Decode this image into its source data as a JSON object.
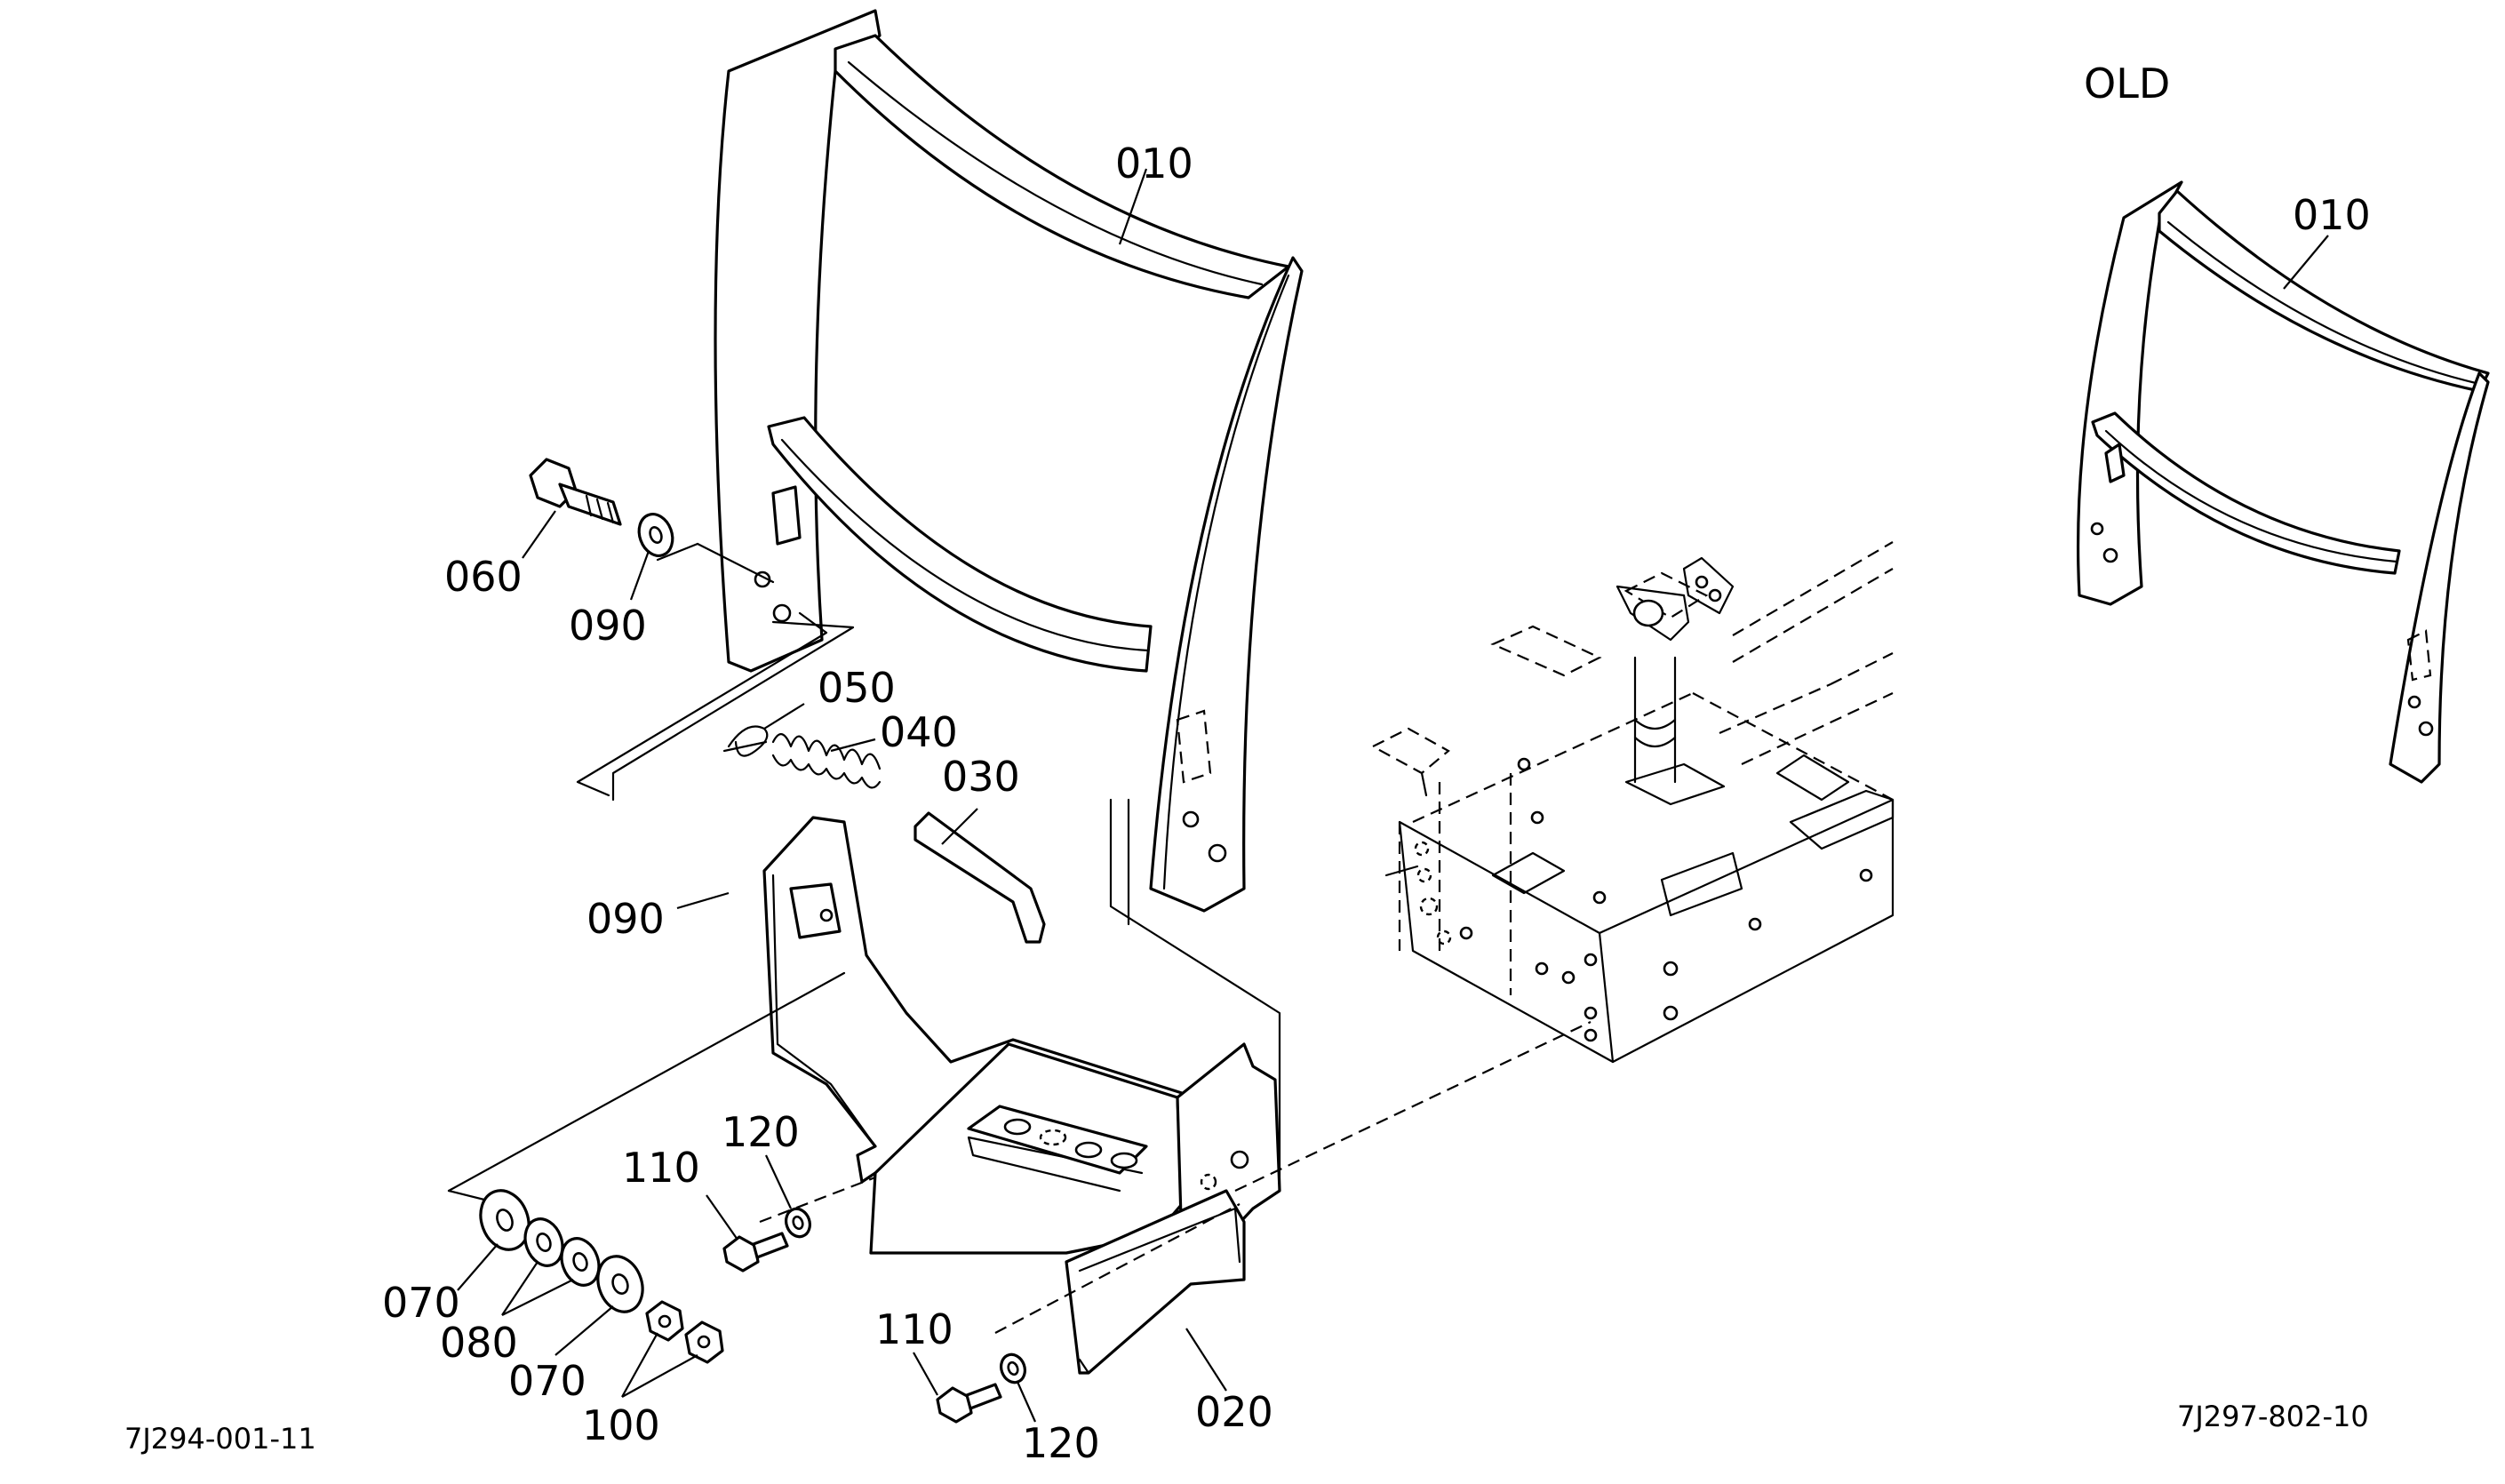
{
  "title": "",
  "section_label_old": "OLD",
  "drawing_code_left": "7J294-001-11",
  "drawing_code_right": "7J297-802-10",
  "callouts": [
    {
      "id": "c010",
      "text": "010"
    },
    {
      "id": "c060",
      "text": "060"
    },
    {
      "id": "c090a",
      "text": "090"
    },
    {
      "id": "c050",
      "text": "050"
    },
    {
      "id": "c040",
      "text": "040"
    },
    {
      "id": "c030",
      "text": "030"
    },
    {
      "id": "c090b",
      "text": "090"
    },
    {
      "id": "c120a",
      "text": "120"
    },
    {
      "id": "c110a",
      "text": "110"
    },
    {
      "id": "c070a",
      "text": "070"
    },
    {
      "id": "c080",
      "text": "080"
    },
    {
      "id": "c070b",
      "text": "070"
    },
    {
      "id": "c100",
      "text": "100"
    },
    {
      "id": "c110b",
      "text": "110"
    },
    {
      "id": "c120b",
      "text": "120"
    },
    {
      "id": "c020",
      "text": "020"
    },
    {
      "id": "c010old",
      "text": "010"
    }
  ]
}
